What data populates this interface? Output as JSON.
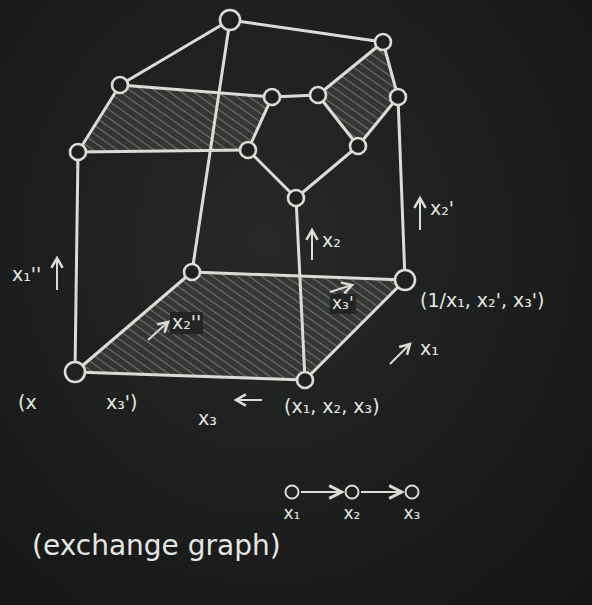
{
  "diagram": {
    "nodes": [
      {
        "text": [
          "x₁"
        ]
      },
      {
        "text": [
          "x₂"
        ]
      },
      {
        "text": [
          "x₃"
        ]
      }
    ],
    "edges": [
      {
        "from": 0,
        "to": 1,
        "arrow": "to"
      },
      {
        "from": 1,
        "to": 2,
        "arrow": "to"
      }
    ],
    "labels": [
      "x₁''",
      "x₂",
      "x₂'",
      "x₃'",
      "x₂''",
      "x₁",
      "(1/x₁, x₂', x₃')",
      "(x",
      "x₃')",
      "x₃",
      "(x₁, x₂, x₃)",
      "(exchange graph)"
    ]
  }
}
